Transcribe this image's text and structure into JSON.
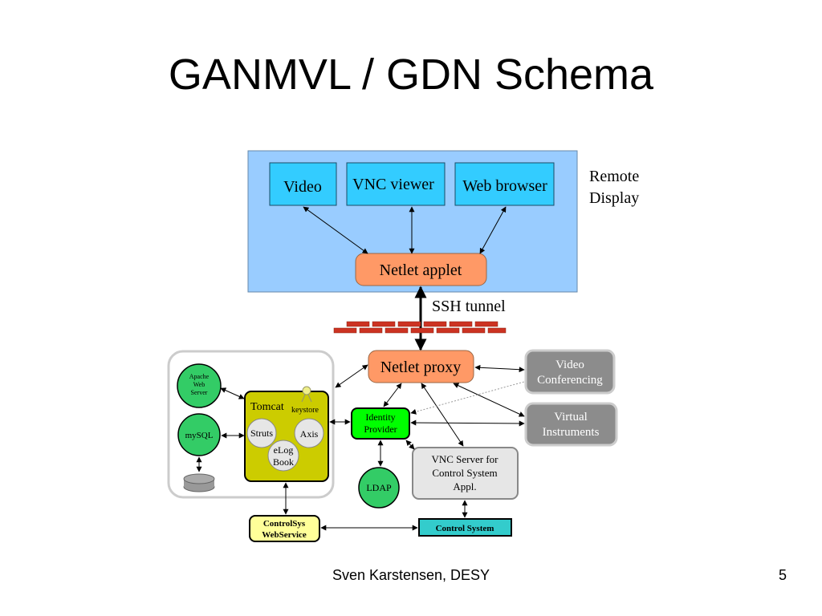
{
  "slide": {
    "title": "GANMVL / GDN Schema",
    "author": "Sven Karstensen, DESY",
    "page_number": "5"
  },
  "diagram": {
    "remote_display": {
      "label_line1": "Remote",
      "label_line2": "Display",
      "boxes": {
        "video": "Video",
        "vnc_viewer": "VNC viewer",
        "web_browser": "Web browser"
      },
      "netlet_applet": "Netlet applet"
    },
    "ssh_tunnel": "SSH tunnel",
    "netlet_proxy": "Netlet proxy",
    "video_conferencing": {
      "line1": "Video",
      "line2": "Conferencing"
    },
    "virtual_instruments": {
      "line1": "Virtual",
      "line2": "Instruments"
    },
    "identity_provider": {
      "line1": "Identity",
      "line2": "Provider"
    },
    "ldap": "LDAP",
    "vnc_server": {
      "line1": "VNC Server for",
      "line2": "Control System",
      "line3": "Appl."
    },
    "control_system": "Control System",
    "controlsys_webservice": {
      "line1": "ControlSys",
      "line2": "WebService"
    },
    "server_group": {
      "apache": {
        "line1": "Apache",
        "line2": "Web",
        "line3": "Server"
      },
      "mysql": "mySQL",
      "tomcat": "Tomcat",
      "keystore": "keystore",
      "struts": "Struts",
      "axis": "Axis",
      "elog_book": {
        "line1": "eLog",
        "line2": "Book"
      }
    }
  },
  "colors": {
    "remote_bg": "#99ccff",
    "component_box": "#33ccff",
    "netlet": "#ff9966",
    "grey_service": "#8c8c8c",
    "identity": "#00ff00",
    "green_node": "#33cc66",
    "tomcat": "#cccc00",
    "control_system": "#33cccc",
    "webservice": "#ffff99",
    "firewall": "#cc3322"
  }
}
